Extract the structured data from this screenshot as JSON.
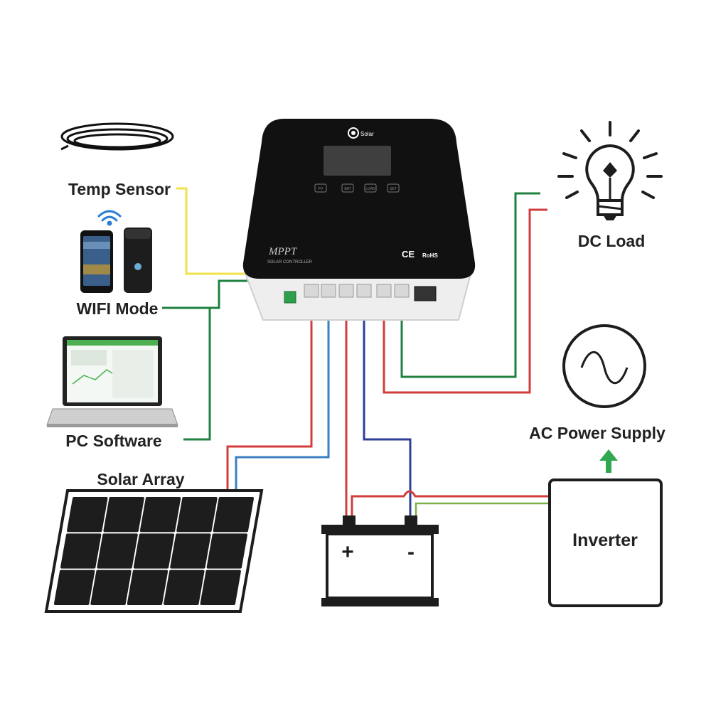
{
  "labels": {
    "temp_sensor": "Temp Sensor",
    "wifi_mode": "WIFI Mode",
    "pc_software": "PC Software",
    "solar_array": "Solar Array",
    "dc_load": "DC Load",
    "ac_power_supply": "AC Power Supply",
    "inverter": "Inverter"
  },
  "controller": {
    "logo_text": "Solar",
    "model_text": "MPPT",
    "subtitle_text": "SOLAR CONTROLLER",
    "cert_ce": "CE",
    "cert_rohs": "RoHS",
    "button_labels": [
      "PV",
      "BAT",
      "LOAD",
      "SET"
    ]
  },
  "battery": {
    "plus": "+",
    "minus": "-"
  },
  "colors": {
    "red": "#d23c3c",
    "blue": "#3a7fc1",
    "dark_blue": "#2d3f99",
    "green": "#1f8040",
    "light_green": "#7ab04a",
    "yellow": "#f0e24a",
    "controller_body": "#111111",
    "controller_base": "#eeeeee",
    "solar_cell": "#1d1d1d",
    "arrow_green": "#2fa84f"
  }
}
